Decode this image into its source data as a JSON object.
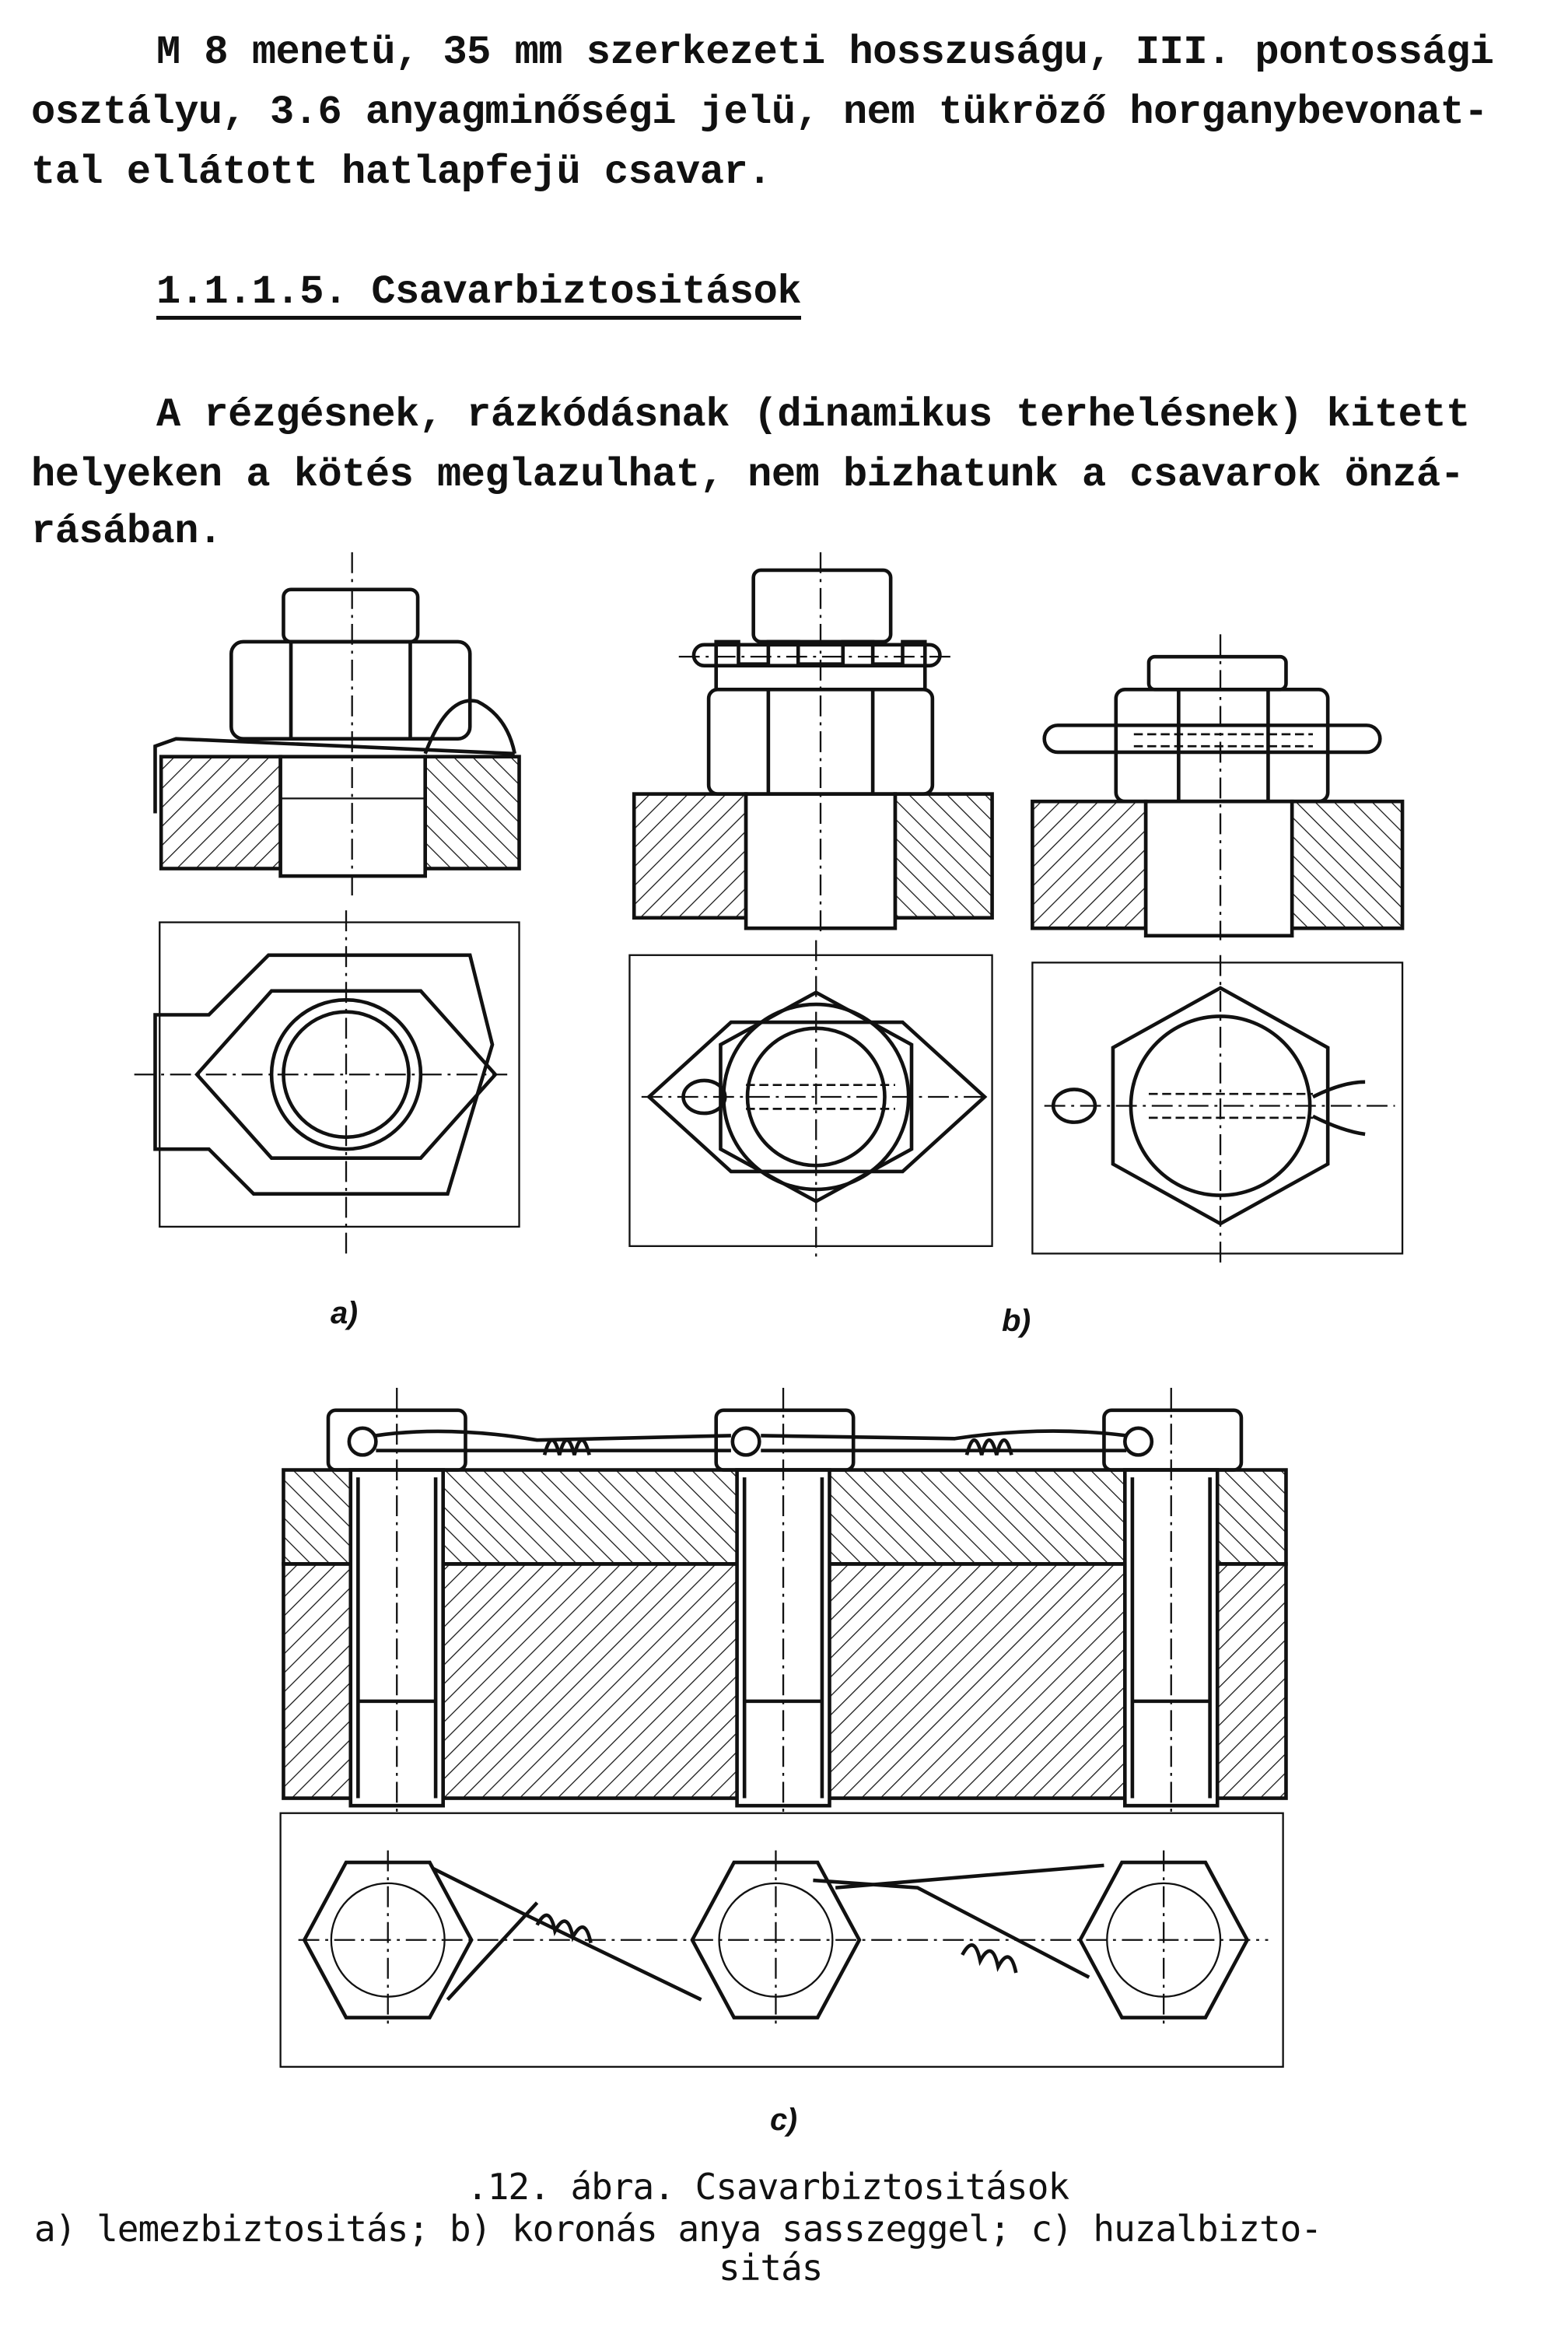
{
  "intro_paragraph": {
    "lines": [
      "M 8 menetü, 35 mm szerkezeti hosszuságu, III. pontossági",
      "osztályu, 3.6 anyagminőségi jelü, nem tükröző horganybevonat-",
      "tal ellátott hatlapfejü csavar."
    ]
  },
  "section_heading": "1.1.1.5. Csavarbiztositások",
  "body_paragraph": {
    "lines": [
      "A rézgésnek, rázkódásnak (dinamikus terhelésnek) kitett",
      "helyeken a kötés meglazulhat, nem bizhatunk a csavarok önzá-",
      "rásában."
    ]
  },
  "figure": {
    "labels": {
      "a": "a)",
      "b": "b)",
      "c": "c)"
    },
    "caption_title": ".12. ábra. Csavarbiztositások",
    "caption_lines": [
      "a) lemezbiztositás; b) koronás anya sasszeggel; c) huzalbizto-",
      "sitás"
    ]
  }
}
